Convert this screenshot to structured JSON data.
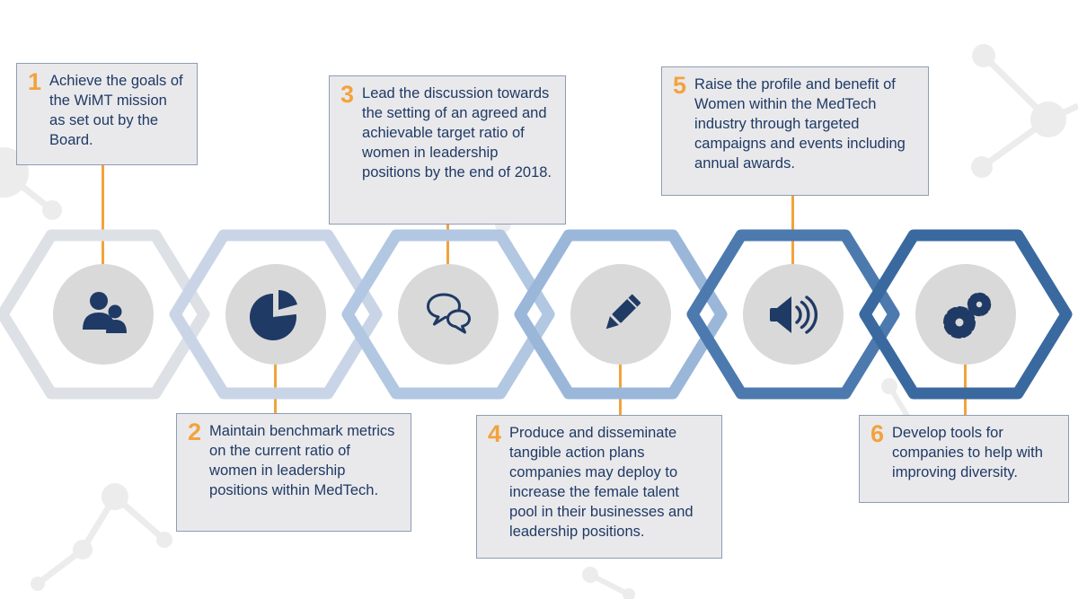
{
  "colors": {
    "orange": "#F2A33C",
    "navy": "#1F3A64",
    "box_bg": "#E9E9EC",
    "box_border": "#8D9DB5",
    "circle": "#D9D9D9",
    "hex": [
      "#DDE1E6",
      "#C9D5E7",
      "#B2C7E1",
      "#9AB7DA",
      "#4C7AAE",
      "#3A69A0"
    ]
  },
  "steps": [
    {
      "number": "1",
      "icon": "people-icon",
      "text": "Achieve the goals of the WiMT mission as set out by the Board."
    },
    {
      "number": "2",
      "icon": "pie-chart-icon",
      "text": "Maintain benchmark metrics on the current ratio of women in leadership positions within MedTech."
    },
    {
      "number": "3",
      "icon": "speech-bubbles-icon",
      "text": "Lead the discussion towards the setting of an agreed and achievable target ratio of women in leadership positions by the end of 2018."
    },
    {
      "number": "4",
      "icon": "pencil-icon",
      "text": "Produce and disseminate tangible action plans companies may deploy to increase the female talent pool in their businesses and leadership positions."
    },
    {
      "number": "5",
      "icon": "megaphone-icon",
      "text": "Raise the profile and benefit of Women within the MedTech industry through targeted campaigns and events including annual awards."
    },
    {
      "number": "6",
      "icon": "gears-icon",
      "text": "Develop tools for companies to help with improving diversity."
    }
  ]
}
